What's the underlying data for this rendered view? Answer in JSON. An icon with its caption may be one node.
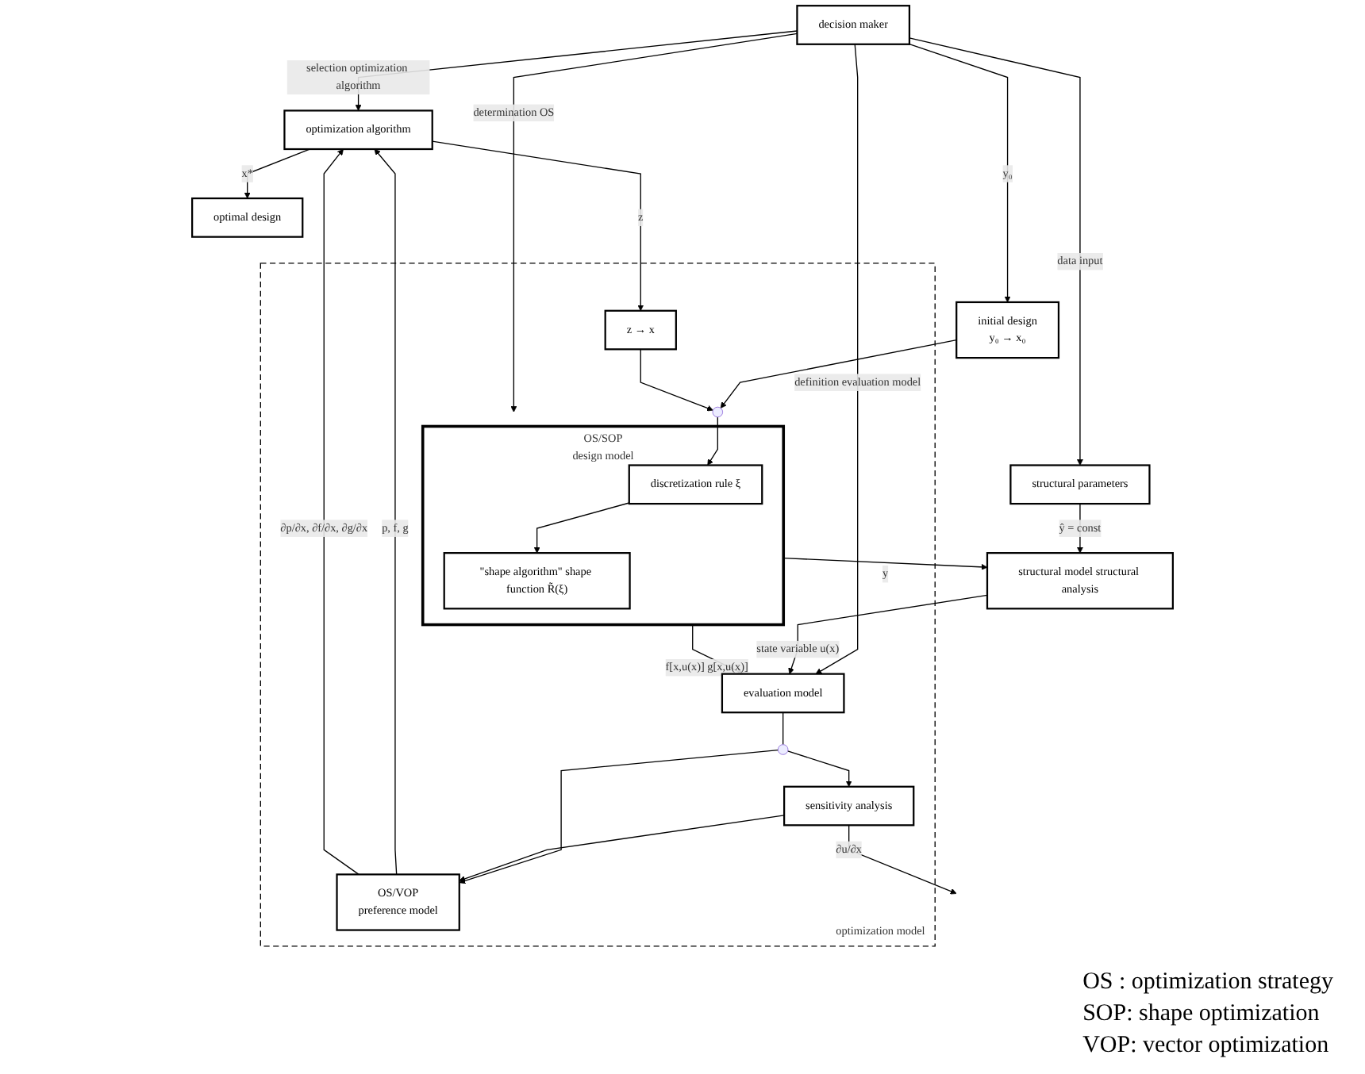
{
  "diagram": {
    "nodes": [
      {
        "text": [
          "decision maker"
        ]
      },
      {
        "text": [
          "initial design",
          "y₀ → x₀"
        ]
      },
      {
        "text": [
          "optimal design"
        ]
      },
      {
        "text": [
          "structural parameters"
        ]
      },
      {
        "text": [
          "optimization model"
        ]
      },
      {
        "text": [
          "optimization algorithm"
        ]
      },
      {
        "text": [
          "z → x"
        ],
        "in": 4
      },
      {
        "text": [],
        "shape": "circle",
        "in": 4
      },
      {
        "text": [
          "OS/SOP",
          "design model"
        ],
        "in": 4
      },
      {
        "text": [
          "discretization rule ξ"
        ],
        "in": 8
      },
      {
        "text": [
          "\"shape algorithm\" shape function R̃(ξ)"
        ],
        "in": 8
      },
      {
        "text": [
          "structural model structural analysis"
        ]
      },
      {
        "text": [
          "evaluation model"
        ],
        "in": 4
      },
      {
        "text": [
          "OS/VOP",
          "preference model"
        ],
        "in": 4
      },
      {
        "text": [],
        "shape": "circle",
        "in": 4
      },
      {
        "text": [
          "sensitivity analysis"
        ],
        "in": 4
      }
    ],
    "edges": [
      {
        "from": 0,
        "to": 5,
        "arrow": "to",
        "label": "selection optimization algorithm"
      },
      {
        "from": 0,
        "to": 12,
        "arrow": "to",
        "label": "definition evaluation model"
      },
      {
        "from": 0,
        "to": 3,
        "arrow": "to",
        "label": "data input"
      },
      {
        "from": 0,
        "to": 8,
        "arrow": "to",
        "label": "determination OS"
      },
      {
        "from": 0,
        "to": 1,
        "arrow": "to",
        "label": "y₀"
      },
      {
        "from": 1,
        "to": 7,
        "arrow": "to"
      },
      {
        "from": 6,
        "to": 7,
        "arrow": "to"
      },
      {
        "from": 7,
        "to": 9,
        "arrow": "to"
      },
      {
        "from": 5,
        "to": 2,
        "arrow": "to",
        "label": "x*"
      },
      {
        "from": 5,
        "to": 6,
        "arrow": "to",
        "label": "z"
      },
      {
        "from": 8,
        "to": 11,
        "arrow": "to",
        "label": "y"
      },
      {
        "from": 3,
        "to": 11,
        "arrow": "to",
        "label": "ŷ = const"
      },
      {
        "from": 9,
        "to": 10,
        "arrow": "to"
      },
      {
        "from": 8,
        "to": 12,
        "arrow": "to",
        "label": "f[x,u(x)] g[x,u(x)]"
      },
      {
        "from": 11,
        "to": 12,
        "arrow": "to",
        "label": "state variable u(x)"
      },
      {
        "from": 12,
        "to": 14,
        "arrow": "none"
      },
      {
        "from": 14,
        "to": 13,
        "arrow": "to"
      },
      {
        "from": 14,
        "to": 15,
        "arrow": "to"
      },
      {
        "from": 15,
        "to": 13,
        "arrow": "to"
      },
      {
        "from": 13,
        "to": 5,
        "arrow": "to",
        "label": "p, f, g"
      },
      {
        "from": 13,
        "to": 5,
        "arrow": "to",
        "label": "∂p/∂x, ∂f/∂x, ∂g/∂x"
      },
      {
        "from": 15,
        "to": null,
        "arrow": "to",
        "label": "∂u/∂x"
      }
    ],
    "labels": [
      "OS : optimization strategy",
      "SOP: shape optimization",
      "VOP: vector optimization"
    ]
  }
}
